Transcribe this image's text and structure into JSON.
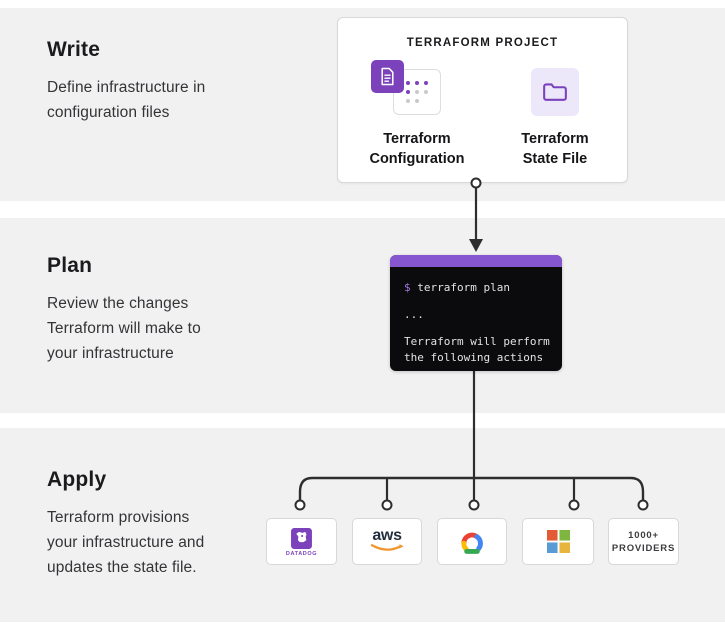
{
  "colors": {
    "band": "#f1f1f1",
    "ink": "#1b1b1e",
    "body_text": "#343438",
    "card_border": "#d9d9d9",
    "purple": "#7b42bc",
    "lavender": "#ede7fa",
    "dot_gray": "#c9c9c9",
    "line": "#2e2e2e",
    "terminal_bg": "#0b0a0d",
    "terminal_bar": "#8656d0",
    "terminal_text": "#e3e3e3",
    "prompt_purple": "#9f7ae3",
    "aws_ink": "#232f3e",
    "aws_orange": "#f1962e",
    "gcp_red": "#ea4335",
    "gcp_yellow": "#fbbc05",
    "gcp_green": "#34a853",
    "gcp_blue": "#4285f4",
    "ms_red": "#e25a36",
    "ms_green": "#7eb63f",
    "ms_blue": "#5b9bd5",
    "ms_yellow": "#e7b53e"
  },
  "sections": {
    "write": {
      "title": "Write",
      "line1": "Define infrastructure in",
      "line2": "configuration files"
    },
    "plan": {
      "title": "Plan",
      "line1": "Review the changes",
      "line2": "Terraform will make to",
      "line3": "your infrastructure"
    },
    "apply": {
      "title": "Apply",
      "line1": "Terraform provisions",
      "line2": "your infrastructure and",
      "line3": "updates the state file."
    }
  },
  "project": {
    "title": "TERRAFORM PROJECT",
    "configuration": {
      "label_line1": "Terraform",
      "label_line2": "Configuration"
    },
    "state_file": {
      "label_line1": "Terraform",
      "label_line2": "State File"
    }
  },
  "terminal": {
    "prompt": "$",
    "command": " terraform plan",
    "line2": "...",
    "line3": "Terraform will perform",
    "line4": "the following actions"
  },
  "providers": {
    "datadog": {
      "label": "DATADOG"
    },
    "aws": {
      "text": "aws"
    },
    "more": {
      "line1": "1000+",
      "line2": "PROVIDERS"
    }
  }
}
